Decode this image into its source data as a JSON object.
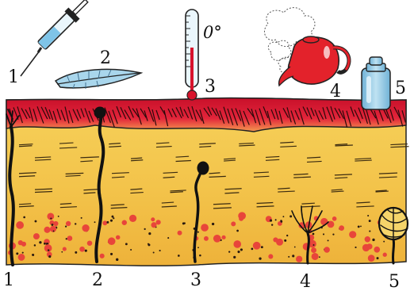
{
  "stimuli": [
    {
      "id": "1",
      "label": "1",
      "icon": "syringe-icon"
    },
    {
      "id": "2",
      "label": "2",
      "icon": "feather-icon"
    },
    {
      "id": "3",
      "label": "3",
      "icon": "thermometer-icon",
      "reading": "0°"
    },
    {
      "id": "4",
      "label": "4",
      "icon": "hot-teapot-icon"
    },
    {
      "id": "5",
      "label": "5",
      "icon": "weight-icon"
    }
  ],
  "receptors": [
    {
      "id": "1",
      "label": "1",
      "icon": "free-nerve-ending-icon"
    },
    {
      "id": "2",
      "label": "2",
      "icon": "touch-receptor-icon"
    },
    {
      "id": "3",
      "label": "3",
      "icon": "cold-receptor-icon"
    },
    {
      "id": "4",
      "label": "4",
      "icon": "heat-receptor-icon"
    },
    {
      "id": "5",
      "label": "5",
      "icon": "pressure-receptor-icon"
    }
  ],
  "colors": {
    "epidermis": "#d8132c",
    "dermis": "#f2c84a",
    "subcutis": "#f0b43a",
    "fat_dots": "#e8453a",
    "nerve": "#111111",
    "water": "#7fc4e8",
    "teapot": "#e3222b",
    "weight": "#8cc6e2"
  }
}
